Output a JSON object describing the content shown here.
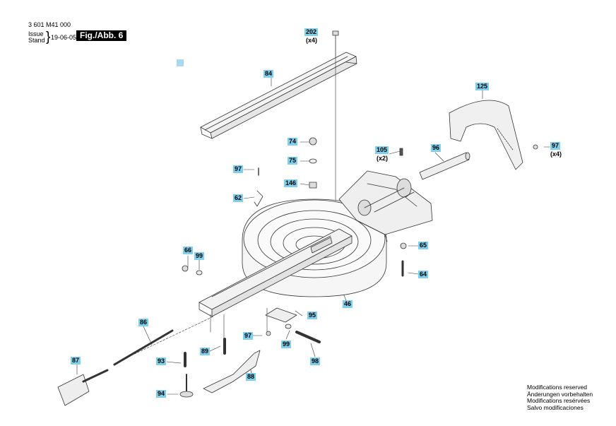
{
  "header": {
    "doc_number": "3 601 M41 000",
    "issue_label": "Issue",
    "stand_label": "Stand",
    "date": "19-06-05",
    "figure": "Fig./Abb. 6"
  },
  "colors": {
    "label_bg": "#7fd0ec",
    "swatch": "#a9d9ee",
    "line": "#333333"
  },
  "labels": {
    "p202": "202",
    "p202q": "(x4)",
    "p84": "84",
    "p125": "125",
    "p74": "74",
    "p75": "75",
    "p105": "105",
    "p105q": "(x2)",
    "p96": "96",
    "p97a": "97",
    "p97b": "97",
    "p97bq": "(x4)",
    "p97c": "97",
    "p146": "146",
    "p62": "62",
    "p66": "66",
    "p99a": "99",
    "p99b": "99",
    "p65": "65",
    "p64": "64",
    "p46": "46",
    "p95": "95",
    "p86": "86",
    "p89": "89",
    "p98": "98",
    "p87": "87",
    "p93": "93",
    "p88": "88",
    "p94": "94"
  },
  "footer": {
    "line1": "Modifications reserved",
    "line2": "Änderungen vorbehalten",
    "line3": "Modifications resérvées",
    "line4": "Salvo modificaciones"
  }
}
